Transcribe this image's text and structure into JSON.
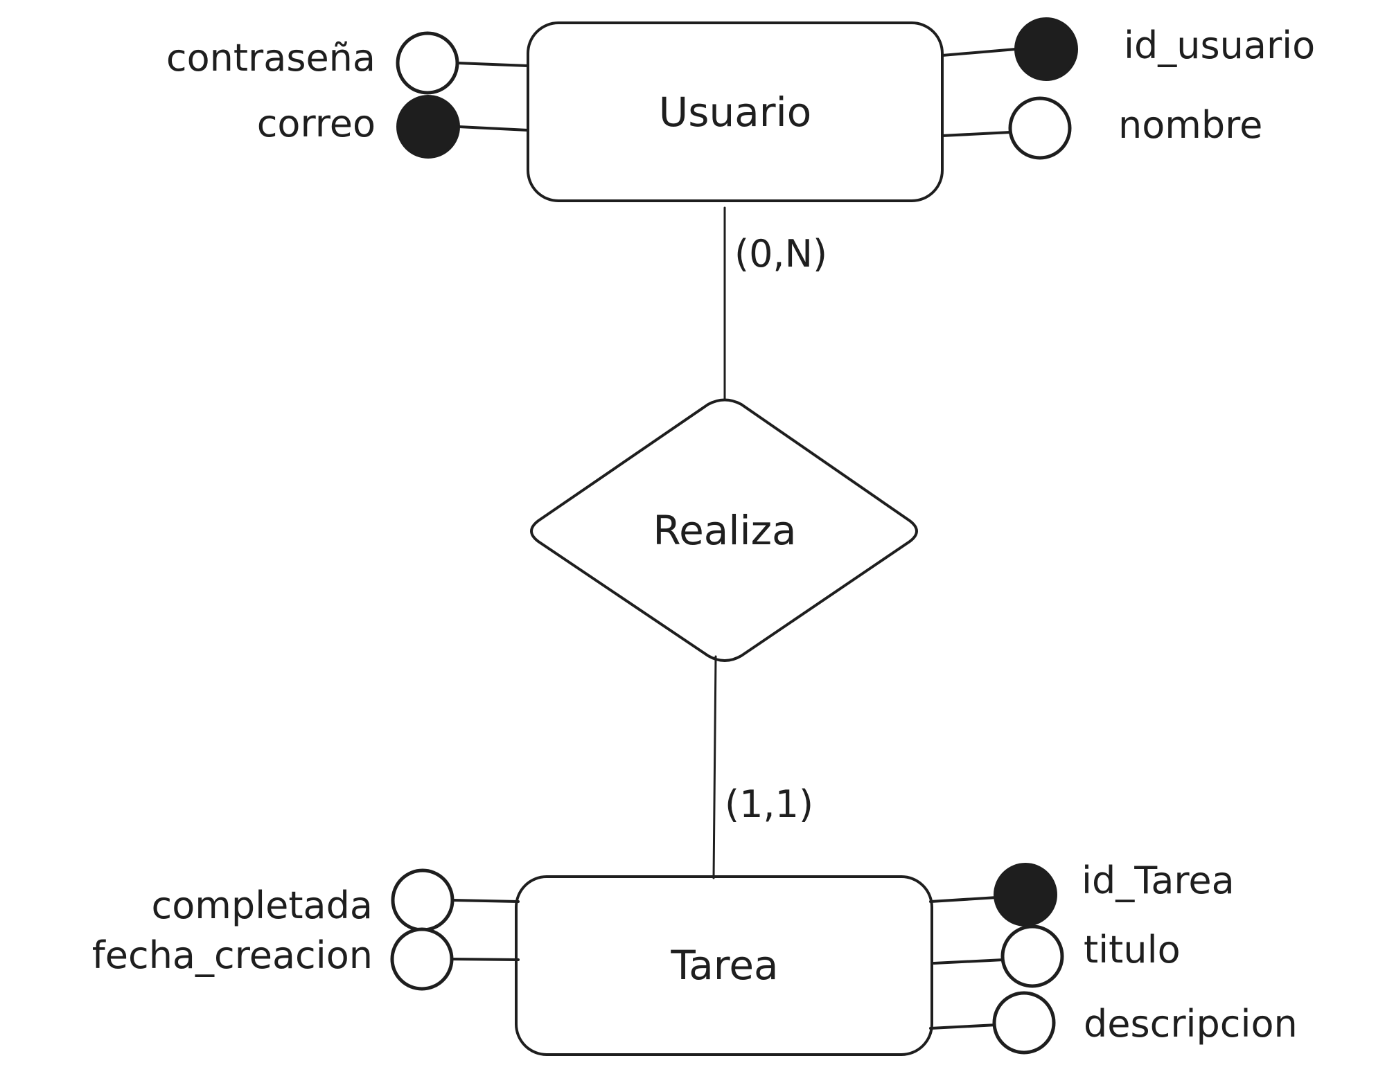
{
  "colors": {
    "ink": "#1e1e1e",
    "background": "#ffffff"
  },
  "entities": {
    "usuario": {
      "name": "Usuario",
      "attributes": {
        "contrasena": "contraseña",
        "correo": "correo",
        "id_usuario": "id_usuario",
        "nombre": "nombre"
      }
    },
    "tarea": {
      "name": "Tarea",
      "attributes": {
        "completada": "completada",
        "fecha_creacion": "fecha_creacion",
        "id_tarea": "id_Tarea",
        "titulo": "titulo",
        "descripcion": "descripcion"
      }
    }
  },
  "relationship": {
    "name": "Realiza",
    "cardinality_usuario": "(0,N)",
    "cardinality_tarea": "(1,1)"
  }
}
